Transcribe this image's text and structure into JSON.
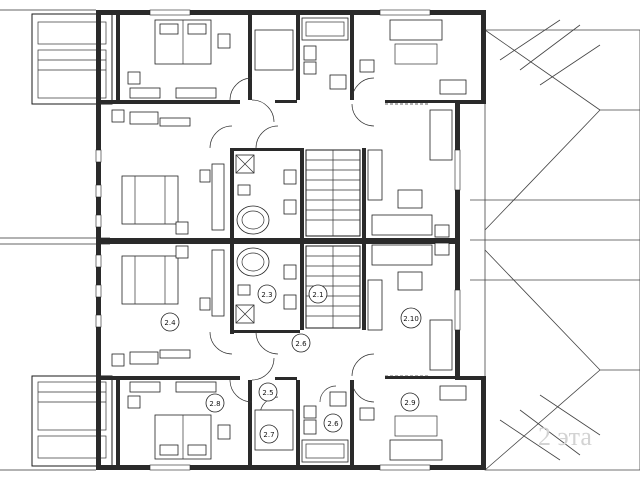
{
  "plan": {
    "floor_label": "2 эта",
    "rooms": [
      {
        "id": "r24",
        "label": "2.4"
      },
      {
        "id": "r23",
        "label": "2.3"
      },
      {
        "id": "r21",
        "label": "2.1"
      },
      {
        "id": "r26",
        "label": "2.6"
      },
      {
        "id": "r210",
        "label": "2.10"
      },
      {
        "id": "r25",
        "label": "2.5"
      },
      {
        "id": "r28",
        "label": "2.8"
      },
      {
        "id": "r27",
        "label": "2.7"
      },
      {
        "id": "r26b",
        "label": "2.6"
      },
      {
        "id": "r29",
        "label": "2.9"
      }
    ]
  }
}
